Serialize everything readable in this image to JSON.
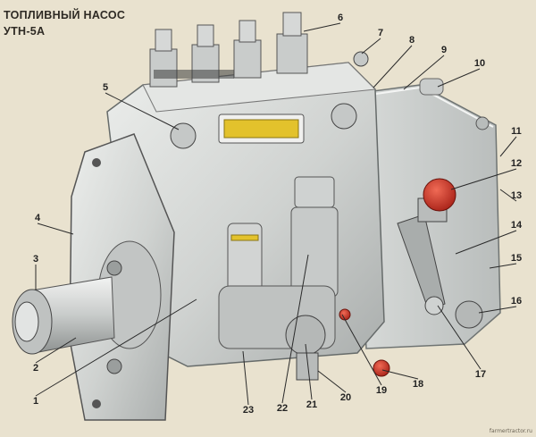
{
  "title": {
    "line1": "ТОПЛИВНЫЙ НАСОС",
    "line2": "УТН-5А"
  },
  "callouts": [
    "1",
    "2",
    "3",
    "4",
    "5",
    "6",
    "7",
    "8",
    "9",
    "10",
    "11",
    "12",
    "13",
    "14",
    "15",
    "16",
    "17",
    "18",
    "19",
    "20",
    "21",
    "22",
    "23"
  ],
  "watermark": "farmertractor.ru",
  "colors": {
    "background": "#e9e2cf",
    "body_metal": "#d9dbd8",
    "body_shadow": "#9fa3a3",
    "plate": "#e3c22c",
    "red_cap": "#c8322a",
    "leader": "#2a2a2a"
  }
}
